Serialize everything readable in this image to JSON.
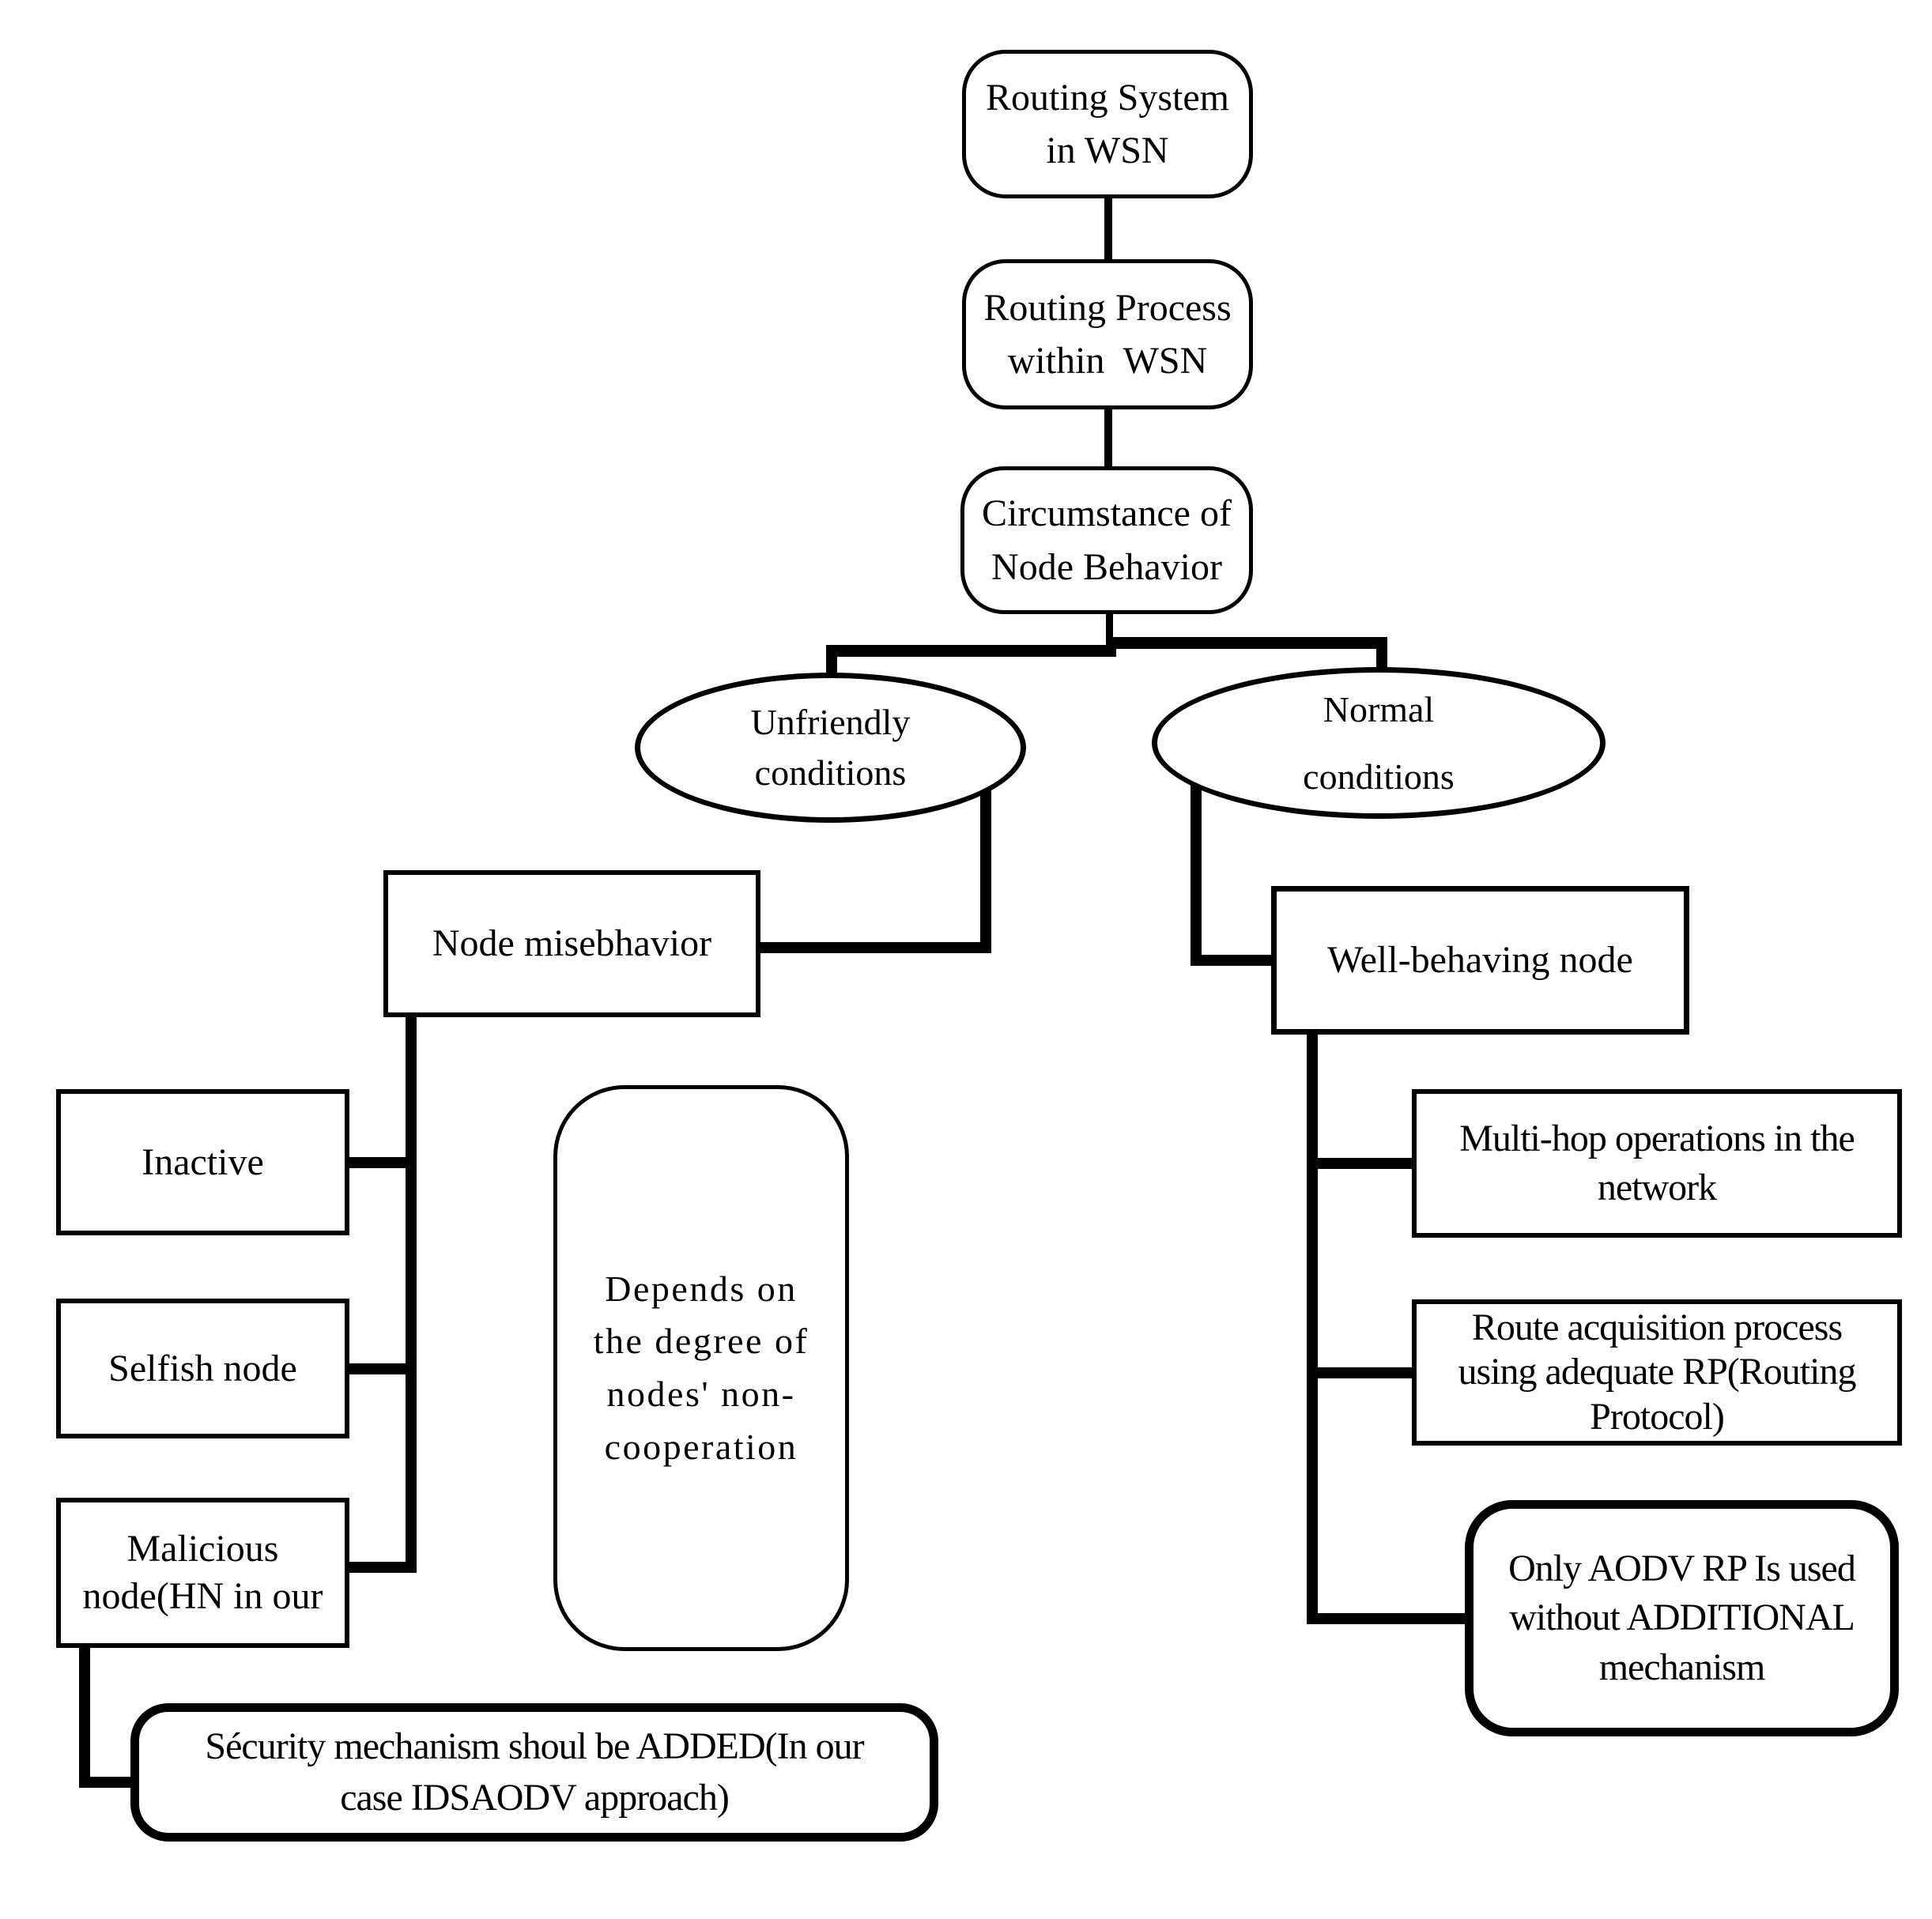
{
  "diagram_title": "Routing system behavior flowchart for WSN",
  "ink_color": "#000000",
  "background_color": "#ffffff",
  "nodes": {
    "routing_system": {
      "label": "Routing System\nin WSN",
      "shape": "rounded-rectangle"
    },
    "routing_process": {
      "label": "Routing Process\nwithin  WSN",
      "shape": "rounded-rectangle"
    },
    "circumstance": {
      "label": "Circumstance of\nNode Behavior",
      "shape": "rounded-rectangle"
    },
    "unfriendly": {
      "label": "Unfriendly\nconditions",
      "shape": "ellipse"
    },
    "normal": {
      "label": "Normal\nconditions",
      "shape": "ellipse"
    },
    "node_misbehavior": {
      "label": "Node misebhavior",
      "shape": "rectangle"
    },
    "inactive": {
      "label": "Inactive",
      "shape": "rectangle"
    },
    "selfish": {
      "label": "Selfish node",
      "shape": "rectangle"
    },
    "malicious": {
      "label": "Malicious\nnode(HN in our",
      "shape": "rectangle"
    },
    "depends": {
      "label": "Depends on\nthe degree of\nnodes' non-\ncooperation",
      "shape": "rounded-rectangle"
    },
    "security": {
      "label": "Sécurity mechanism shoul be ADDED(In our\ncase IDSAODV approach)",
      "shape": "rounded-rectangle-bold"
    },
    "well_behaving": {
      "label": "Well-behaving node",
      "shape": "rectangle"
    },
    "multi_hop": {
      "label": "Multi-hop operations in the\nnetwork",
      "shape": "rectangle"
    },
    "route_acquisition": {
      "label": "Route acquisition process\nusing adequate RP(Routing\nProtocol)",
      "shape": "rectangle"
    },
    "only_aodv": {
      "label": "Only AODV RP Is used\nwithout ADDITIONAL\nmechanism",
      "shape": "rounded-rectangle-bold"
    }
  },
  "edges": [
    "routing_system -> routing_process",
    "routing_process -> circumstance",
    "circumstance -> unfriendly",
    "circumstance -> normal",
    "unfriendly -> node_misbehavior",
    "node_misbehavior -> inactive",
    "node_misbehavior -> selfish",
    "node_misbehavior -> malicious",
    "malicious -> security",
    "normal -> well_behaving",
    "well_behaving -> multi_hop",
    "well_behaving -> route_acquisition",
    "well_behaving -> only_aodv"
  ]
}
